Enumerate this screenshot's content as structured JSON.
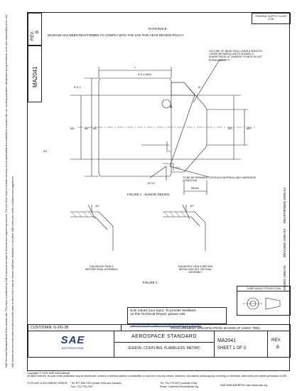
{
  "left_notice": {
    "line1": "SAE Technical Standards Board Rules provide that: \"This report is published by SAE to advance the state of technical and engineering sciences. The use of this report is entirely voluntary, and its applicability and suitability for any particular use, including any patent infringement arising therefrom, is the sole responsibility of the user.\"",
    "line2": "SAE reviews each technical report at least every five years at which time it may be revised, reaffirmed, stabilized, or cancelled. SAE invites your written comments and suggestions."
  },
  "header": {
    "rev_label": "REV.",
    "rev_value": "B",
    "doc_number_vertical": "MA2041",
    "fsc_line1": "FEDERAL SUPPLY CLASS",
    "fsc_line2": "4730",
    "rationale_title": "RATIONALE",
    "rationale_text": "MA2041B HAS BEEN REAFFIRMED TO COMPLY WITH THE SAE FIVE-YEAR REVIEW POLICY."
  },
  "figure1": {
    "caption": "FIGURE 1 - SLEEVE DESIGN",
    "note_outline": "OUTLINE OF BEAD SHALL HAVE A SMOOTH CURVE BETWEEN LIMITS SHOWN. A SHARP RIDGE AT TANGENT POINTS IS NOT PERMISSIBLE.",
    "note_hardness": "TO BE DETERMINED FOR EACH MATERIAL AND HARDNESS CONDITION",
    "labels": {
      "r01": "R 0.1",
      "r02": "R 0.2 MAX",
      "a": "A",
      "b": "B",
      "phi_d": "ØD",
      "phi_e": "ØE",
      "phi_f": "ØF",
      "phi_g": "ØG",
      "phi_h": "ØH",
      "phi_j": "ØJ",
      "bead": "BEAD",
      "c": "C",
      "angle": "15°±1°",
      "k": "0.3",
      "l": "L"
    }
  },
  "figure2": {
    "caption": "FIGURE 2",
    "label_left": "ENLARGED VIEW A BEFORE FINAL ASSEMBLY",
    "label_right": "ENLARGED VIEW A BEFORE INSTALLING NUT ON FINAL ASSEMBLY",
    "angle_left": "15°",
    "angle_right": "15°"
  },
  "right_edge": {
    "issued": "ISSUED 1990-04",
    "revised": "REVISED 2000-03",
    "reaffirmed": "REAFFIRMED 2005-04"
  },
  "feedback": {
    "line1": "SAE values your input. To provide feedback",
    "line2": "on this Technical Report, please visit",
    "url": "http://www.sae.org/technical/standards/MA2041B"
  },
  "projection": {
    "title": "THIRD ANGLE PROJECTION"
  },
  "custodian": "CUSTODIAN: G-3/G-3B",
  "procurement": "PROCUREMENT SPECIFICATION: MA2005 (IF USED: TBD)",
  "title_block": {
    "aero_std": "AEROSPACE STANDARD",
    "part_title": "SLEEVE, COUPLING, FLARELESS, METRIC",
    "doc_number": "MA2041",
    "sheet": "SHEET 1 OF 3",
    "rev_label": "REV.",
    "rev_value": "B",
    "logo_text": "SAE",
    "logo_sub": "INTERNATIONAL"
  },
  "footer": {
    "copyright": "Copyright © 2005 SAE International",
    "rights": "All rights reserved. No part of this publication may be reproduced, stored in a retrieval system or transmitted, in any form or by any means, electronic, mechanical, photocopying, recording, or otherwise, without the prior written permission of SAE.",
    "order_label": "TO PLACE A DOCUMENT ORDER:",
    "tel_us": "Tel: 877-606-7323 (inside USA and Canada)",
    "tel_int": "Tel: 724-776-4970 (outside USA)",
    "fax": "Fax: 724-776-0790",
    "email": "Email: CustomerService@sae.org",
    "web": "SAE WEB ADDRESS: http://www.sae.org"
  }
}
